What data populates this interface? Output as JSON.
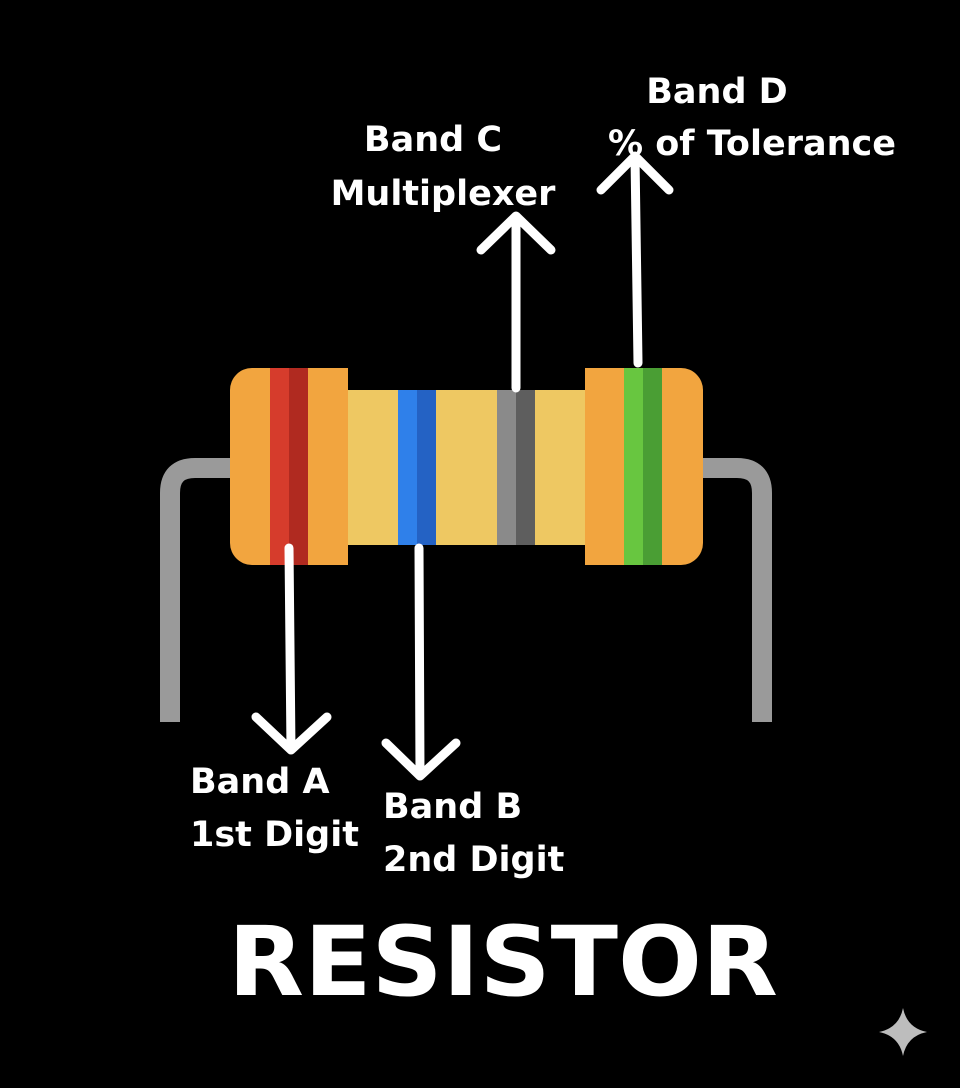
{
  "title": "RESISTOR",
  "bands": [
    {
      "id": "A",
      "name": "Band A",
      "desc": "1st Digit",
      "color": "#d63c2c"
    },
    {
      "id": "B",
      "name": "Band B",
      "desc": "2nd Digit",
      "color": "#2a78e0"
    },
    {
      "id": "C",
      "name": "Band C",
      "desc": "Multiplexer",
      "color": "#808080"
    },
    {
      "id": "D",
      "name": "Band D",
      "desc": "% of Tolerance",
      "color": "#5cbf3e"
    }
  ],
  "colors": {
    "cap": "#f2a53f",
    "body": "#eec862",
    "lead": "#9a9a9a",
    "background": "#000000"
  },
  "watermark_icon": "sparkle-icon"
}
